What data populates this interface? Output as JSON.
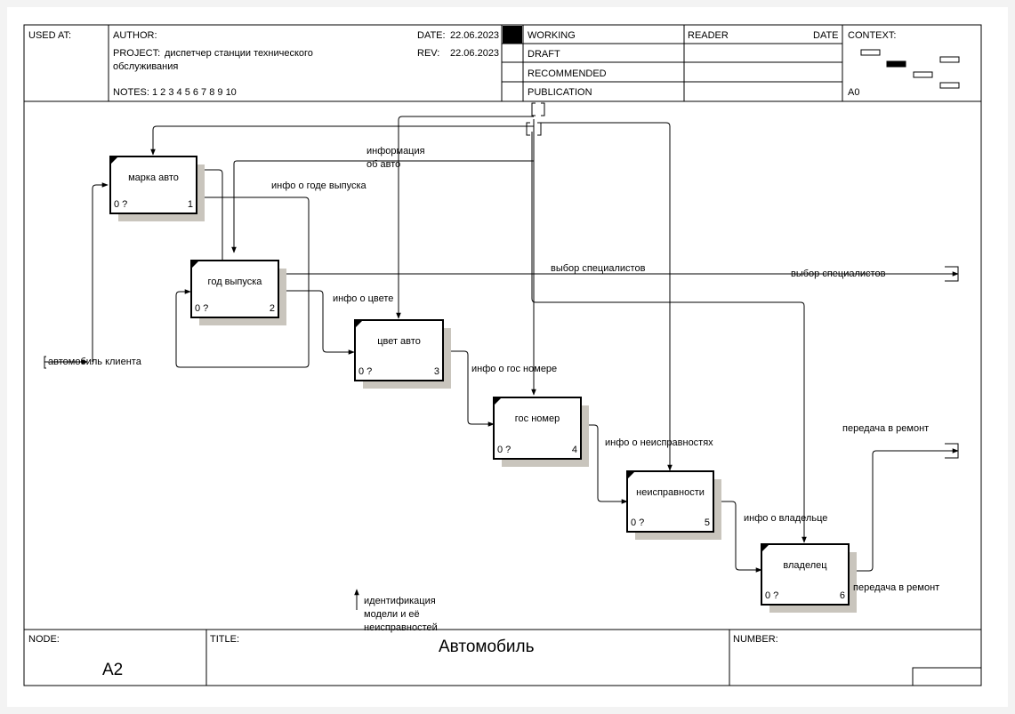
{
  "header": {
    "used_at_label": "USED AT:",
    "author_label": "AUTHOR:",
    "project_label": "PROJECT:",
    "project_line1": "диспетчер станции технического",
    "project_line2": "обслуживания",
    "notes_label": "NOTES:",
    "notes_values": "1  2  3  4  5  6  7  8  9  10",
    "date_label": "DATE:",
    "date_value": "22.06.2023",
    "rev_label": "REV:",
    "rev_value": "22.06.2023",
    "status_working": "WORKING",
    "status_draft": "DRAFT",
    "status_recommended": "RECOMMENDED",
    "status_publication": "PUBLICATION",
    "reader_label": "READER",
    "reader_date_label": "DATE",
    "context_label": "CONTEXT:",
    "context_node": "A0"
  },
  "boxes": [
    {
      "label": "марка авто",
      "cost": "0 ?",
      "num": "1"
    },
    {
      "label": "год выпуска",
      "cost": "0 ?",
      "num": "2"
    },
    {
      "label": "цвет авто",
      "cost": "0 ?",
      "num": "3"
    },
    {
      "label": "гос номер",
      "cost": "0 ?",
      "num": "4"
    },
    {
      "label": "неисправности",
      "cost": "0 ?",
      "num": "5"
    },
    {
      "label": "владелец",
      "cost": "0 ?",
      "num": "6"
    }
  ],
  "arrows": {
    "info_line1": "информация",
    "info_line2": "об авто",
    "year_info": "инфо о годе выпуска",
    "specialists_inner": "выбор специалистов",
    "specialists_outer": "выбор специалистов",
    "color_info": "инфо о цвете",
    "client_car": "автомобиль клиента",
    "plate_info": "инфо о гос номере",
    "faults_info": "инфо о неисправностях",
    "owner_info": "инфо о владельце",
    "repair_outer": "передача в ремонт",
    "repair_inner": "передача в ремонт",
    "ident_line1": "идентификация",
    "ident_line2": "модели и её",
    "ident_line3": "неисправностей"
  },
  "footer": {
    "node_label": "NODE:",
    "node_value": "A2",
    "title_label": "TITLE:",
    "title_value": "Автомобиль",
    "number_label": "NUMBER:"
  }
}
